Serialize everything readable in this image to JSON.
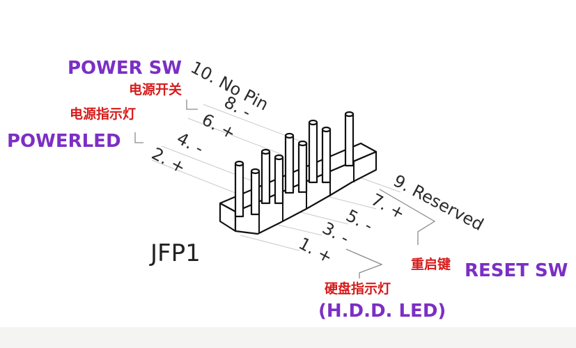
{
  "labels": {
    "power_sw": "POWER SW",
    "power_sw_cn": "电源开关",
    "power_led_cn": "电源指示灯",
    "power_led": "POWERLED",
    "reset_cn": "重启键",
    "reset_sw": "RESET SW",
    "hdd_cn": "硬盘指示灯",
    "hdd_led": "(H.D.D. LED)",
    "connector": "JFP1"
  },
  "pins_top": [
    "10. No Pin",
    "8. -",
    "6. +",
    "4. -",
    "2. +"
  ],
  "pins_bottom": [
    "9. Reserved",
    "7. +",
    "5. -",
    "3. -",
    "1. +"
  ],
  "colors": {
    "english_label": "#7b2fc4",
    "chinese_label": "#d61b1b",
    "outline": "#111111",
    "leader_line": "#8a8a8a"
  }
}
